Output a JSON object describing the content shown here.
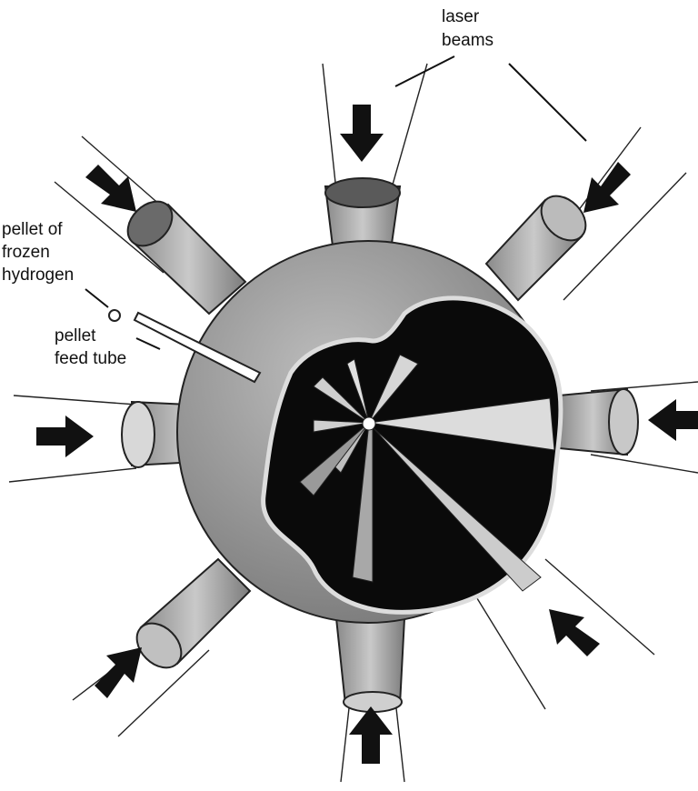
{
  "labels": {
    "laser_line1": "laser",
    "laser_line2": "beams",
    "pellet_line1": "pellet of",
    "pellet_line2": "frozen",
    "pellet_line3": "hydrogen",
    "tube_line1": "pellet",
    "tube_line2": "feed tube"
  },
  "colors": {
    "ink": "#111111",
    "sphere_shell": "#9a9a9a",
    "port_tube": "#a8a8a8",
    "beam_outline": "#222222",
    "interior": "#0a0a0a",
    "beam_cone": "#cfcfcf",
    "arrow": "#111111"
  }
}
